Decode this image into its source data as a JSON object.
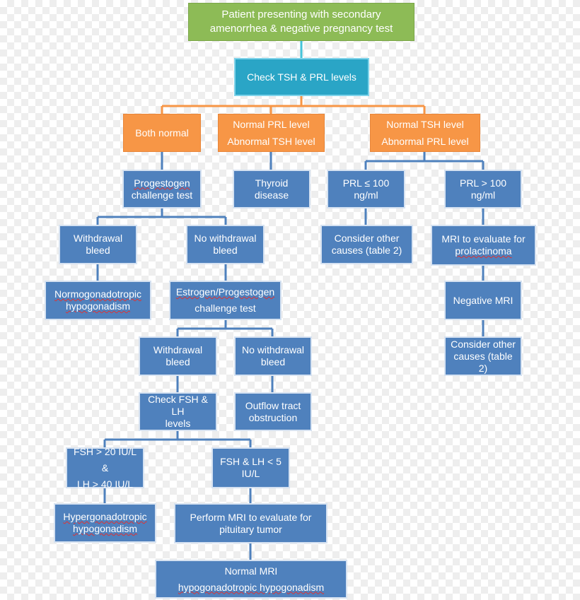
{
  "nodes": {
    "start": [
      "Patient presenting with secondary",
      "amenorrhea & negative pregnancy test"
    ],
    "check_tsh_prl": [
      "Check  TSH & PRL levels"
    ],
    "both_normal": [
      "Both normal"
    ],
    "normal_prl_abn_tsh": [
      "Normal PRL level",
      "Abnormal TSH level"
    ],
    "normal_tsh_abn_prl": [
      "Normal TSH level",
      "Abnormal PRL level"
    ],
    "progestogen_test": [
      "Progestogen",
      "challenge test"
    ],
    "thyroid_disease": [
      "Thyroid disease"
    ],
    "prl_low": [
      "PRL ≤ 100 ng/ml"
    ],
    "prl_high": [
      "PRL > 100 ng/ml"
    ],
    "withdrawal_bleed_1": [
      "Withdrawal",
      "bleed"
    ],
    "no_withdrawal_bleed_1": [
      "No withdrawal",
      "bleed"
    ],
    "consider_other_1": [
      "Consider other",
      "causes (table 2)"
    ],
    "mri_prolactinoma": [
      "MRI to evaluate for",
      "prolactinoma"
    ],
    "normogonadotropic": [
      "Normogonadotropic",
      "hypogonadism"
    ],
    "estrogen_progestogen_test": [
      "Estrogen/Progestogen",
      "challenge test"
    ],
    "negative_mri": [
      "Negative MRI"
    ],
    "withdrawal_bleed_2": [
      "Withdrawal",
      "bleed"
    ],
    "no_withdrawal_bleed_2": [
      "No withdrawal",
      "bleed"
    ],
    "consider_other_2": [
      "Consider other",
      "causes (table 2)"
    ],
    "check_fsh_lh": [
      "Check FSH & LH",
      "levels"
    ],
    "outflow_obstruction": [
      "Outflow tract",
      "obstruction"
    ],
    "fsh_lh_high": [
      "FSH > 20 IU/L &",
      "LH > 40 IU/L"
    ],
    "fsh_lh_low": [
      "FSH & LH < 5 IU/L"
    ],
    "hypergonadotropic": [
      "Hypergonadotropic",
      "hypogonadism"
    ],
    "perform_mri_pituitary": [
      "Perform MRI to evaluate for",
      "pituitary tumor"
    ],
    "normal_mri": [
      "Normal MRI",
      "hypogonadotropic hypogonadism"
    ]
  },
  "colors": {
    "start": "#8dbb56",
    "check": "#2aa5c6",
    "branch": "#f79646",
    "step": "#4f81bd",
    "connector_teal": "#45c4d9",
    "connector_orange": "#f79646",
    "connector_blue": "#4f81bd"
  }
}
